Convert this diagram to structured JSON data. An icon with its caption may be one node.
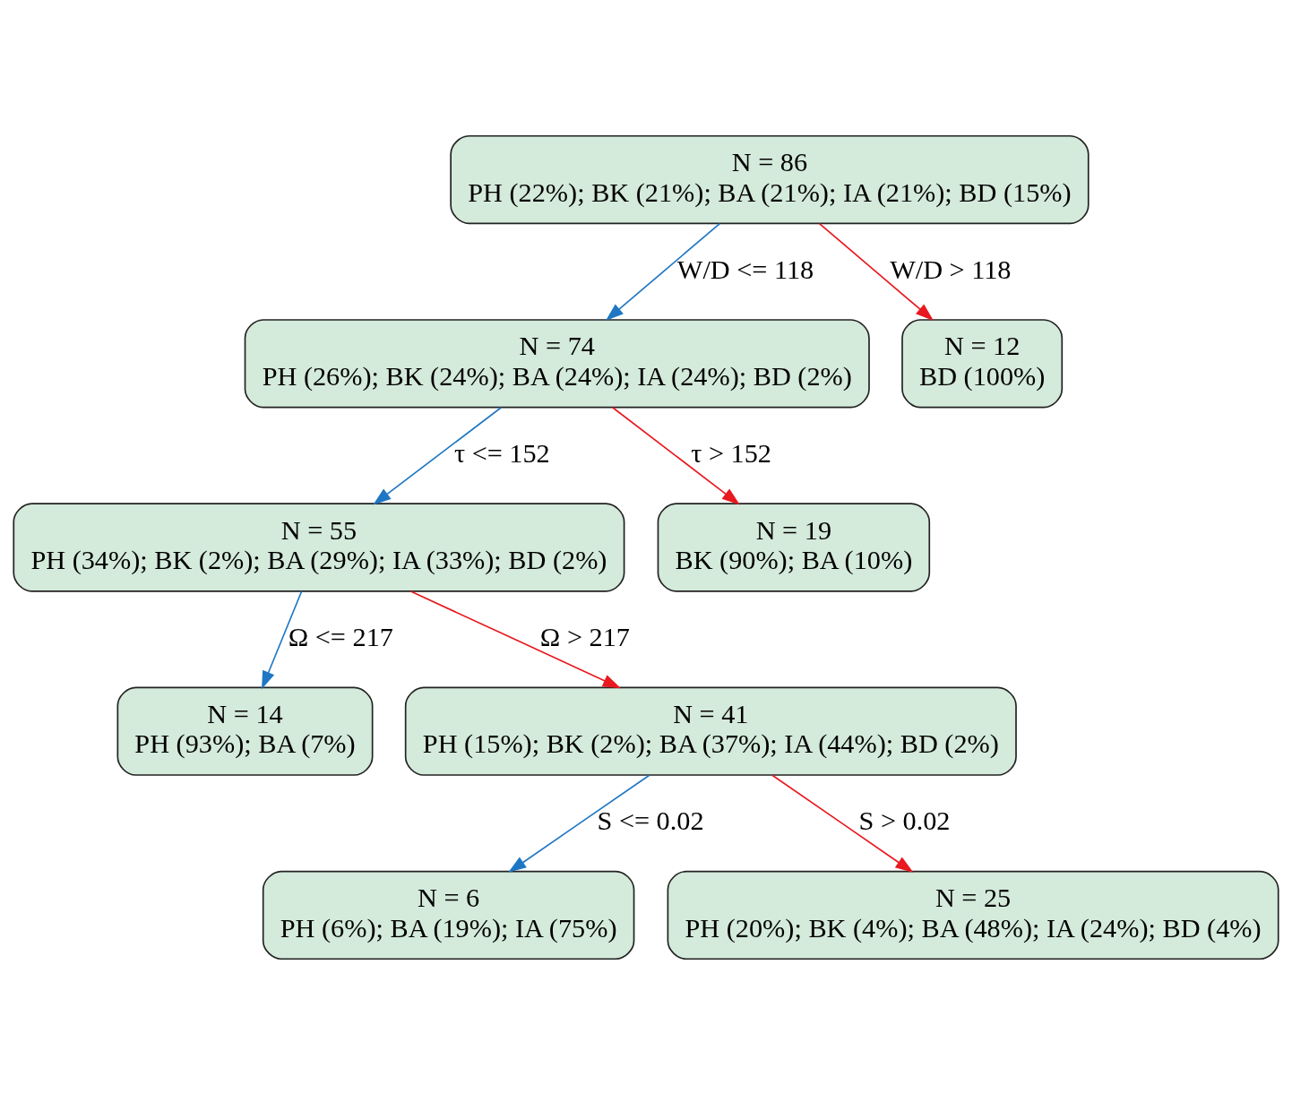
{
  "diagram": {
    "nodes": [
      {
        "text": [
          "N = 86",
          "PH (22%); BK (21%); BA (21%); IA (21%); BD (15%)"
        ]
      },
      {
        "text": [
          "N = 74",
          "PH (26%); BK (24%); BA (24%); IA (24%); BD (2%)"
        ]
      },
      {
        "text": [
          "N = 12",
          "BD (100%)"
        ]
      },
      {
        "text": [
          "N = 55",
          "PH (34%); BK (2%); BA (29%); IA (33%); BD (2%)"
        ]
      },
      {
        "text": [
          "N = 19",
          "BK (90%); BA (10%)"
        ]
      },
      {
        "text": [
          "N = 14",
          "PH (93%); BA (7%)"
        ]
      },
      {
        "text": [
          "N = 41",
          "PH (15%); BK (2%); BA (37%); IA (44%); BD (2%)"
        ]
      },
      {
        "text": [
          "N = 6",
          "PH (6%); BA (19%); IA (75%)"
        ]
      },
      {
        "text": [
          "N = 25",
          "PH (20%); BK (4%); BA (48%); IA (24%); BD (4%)"
        ]
      }
    ],
    "edges": [
      {
        "from": 0,
        "to": 1,
        "arrow": "to",
        "label": "W/D <= 118",
        "color": "#1f77c4"
      },
      {
        "from": 0,
        "to": 2,
        "arrow": "to",
        "label": "W/D > 118",
        "color": "#e8191f"
      },
      {
        "from": 1,
        "to": 3,
        "arrow": "to",
        "label": "τ <= 152",
        "color": "#1f77c4"
      },
      {
        "from": 1,
        "to": 4,
        "arrow": "to",
        "label": "τ > 152",
        "color": "#e8191f"
      },
      {
        "from": 3,
        "to": 5,
        "arrow": "to",
        "label": "Ω <= 217",
        "color": "#1f77c4"
      },
      {
        "from": 3,
        "to": 6,
        "arrow": "to",
        "label": "Ω > 217",
        "color": "#e8191f"
      },
      {
        "from": 6,
        "to": 7,
        "arrow": "to",
        "label": "S <= 0.02",
        "color": "#1f77c4"
      },
      {
        "from": 6,
        "to": 8,
        "arrow": "to",
        "label": "S > 0.02",
        "color": "#e8191f"
      }
    ]
  }
}
